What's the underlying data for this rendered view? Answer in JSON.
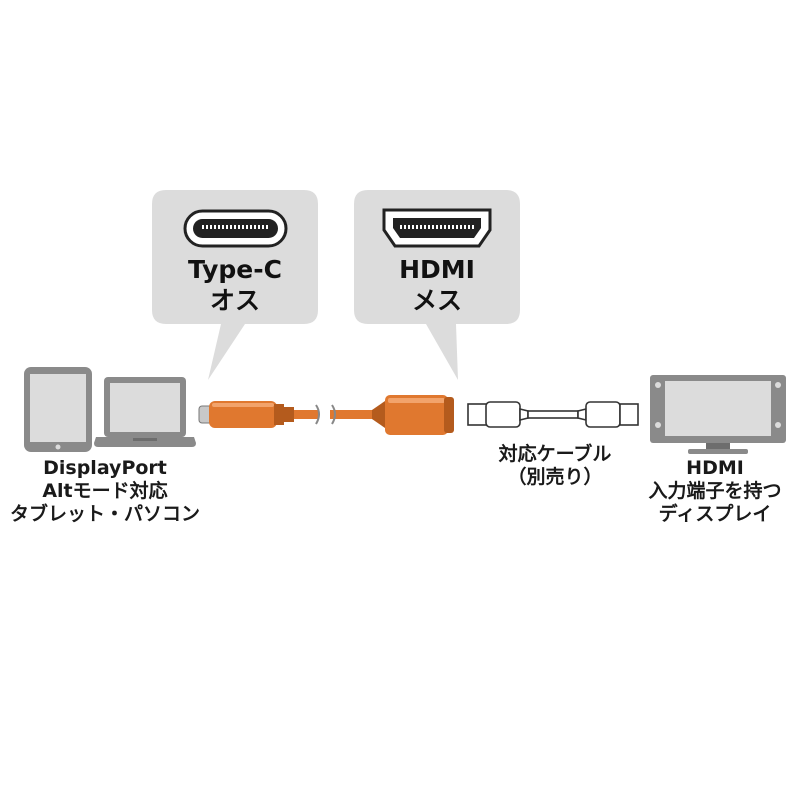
{
  "connectors": {
    "left": {
      "line1": "Type-C",
      "line2": "オス",
      "icon": "usb-type-c-port-icon"
    },
    "right": {
      "line1": "HDMI",
      "line2": "メス",
      "icon": "hdmi-port-icon"
    }
  },
  "devices": {
    "source": {
      "line1": "DisplayPort",
      "line2": "Altモード対応",
      "line3": "タブレット・パソコン",
      "icons": [
        "tablet-icon",
        "laptop-icon"
      ]
    },
    "cable": {
      "line1": "対応ケーブル",
      "line2": "（別売り）",
      "icon": "hdmi-cable-icon"
    },
    "display": {
      "line1": "HDMI",
      "line2": "入力端子を持つ",
      "line3": "ディスプレイ",
      "icon": "monitor-icon"
    }
  },
  "colors": {
    "bubble": "#dcdcdc",
    "device_gray": "#8a8a8a",
    "device_dark": "#555555",
    "adapter_orange": "#e0782f",
    "adapter_orange_dark": "#b45b1d"
  }
}
